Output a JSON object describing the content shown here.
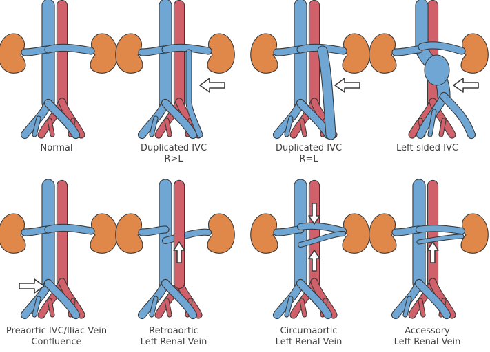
{
  "colors": {
    "vein": "#6fa6d3",
    "vein_shade": "#4f86b8",
    "artery": "#d0606a",
    "artery_shade": "#b8454f",
    "kidney": "#e0874a",
    "kidney_shade": "#c86e34",
    "outline": "#3a3a3a",
    "arrow_fill": "#ffffff"
  },
  "panels": [
    {
      "id": "normal",
      "lines": [
        "Normal"
      ],
      "variant": "normal",
      "arrow": null
    },
    {
      "id": "duplicated-rl",
      "lines": [
        "Duplicated IVC",
        "R>L"
      ],
      "variant": "dup_rl",
      "arrow": "left"
    },
    {
      "id": "duplicated-eq",
      "lines": [
        "Duplicated IVC",
        "R=L"
      ],
      "variant": "dup_eq",
      "arrow": "left"
    },
    {
      "id": "left-sided",
      "lines": [
        "Left-sided IVC"
      ],
      "variant": "left",
      "arrow": "left"
    },
    {
      "id": "preaortic",
      "lines": [
        "Preaortic IVC/Iliac Vein",
        "Confluence"
      ],
      "variant": "preaortic",
      "arrow": "right"
    },
    {
      "id": "retroaortic",
      "lines": [
        "Retroaortic",
        "Left Renal Vein"
      ],
      "variant": "retro",
      "arrow": "up"
    },
    {
      "id": "circumaortic",
      "lines": [
        "Circumaortic",
        "Left Renal Vein"
      ],
      "variant": "circum",
      "arrow": "updown"
    },
    {
      "id": "accessory",
      "lines": [
        "Accessory",
        "Left Renal Vein"
      ],
      "variant": "accessory",
      "arrow": "up"
    }
  ]
}
